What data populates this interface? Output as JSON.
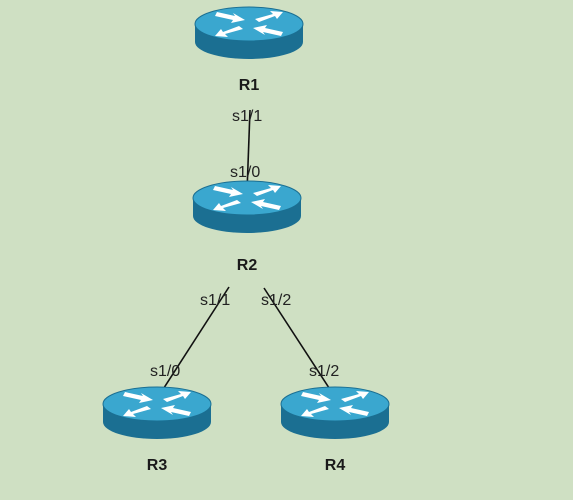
{
  "colors": {
    "background": "#cfe0c3",
    "router_top": "#3aa7cf",
    "router_side": "#1b6f92",
    "router_arrow": "#ffffff",
    "link": "#111111"
  },
  "routers": {
    "r1": {
      "name": "R1",
      "icon": "router-icon"
    },
    "r2": {
      "name": "R2",
      "icon": "router-icon"
    },
    "r3": {
      "name": "R3",
      "icon": "router-icon"
    },
    "r4": {
      "name": "R4",
      "icon": "router-icon"
    }
  },
  "links": {
    "r1_r2": {
      "a_iface": "s1/1",
      "b_iface": "s1/0"
    },
    "r2_r3": {
      "a_iface": "s1/1",
      "b_iface": "s1/0"
    },
    "r2_r4": {
      "a_iface": "s1/2",
      "b_iface": "s1/2"
    }
  }
}
